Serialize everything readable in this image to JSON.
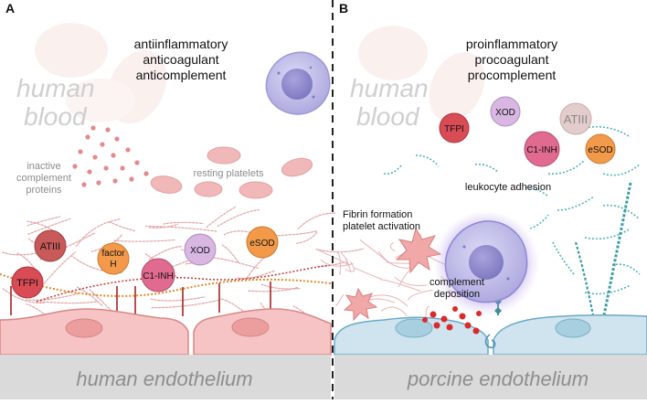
{
  "panels": {
    "a": {
      "letter": "A",
      "title_lines": [
        "antiinflammatory",
        "anticoagulant",
        "anticomplement"
      ],
      "blood_lines": [
        "human",
        "blood"
      ],
      "inactive_lines": [
        "inactive",
        "complement",
        "proteins"
      ],
      "resting_platelets": "resting platelets",
      "endothelium": "human endothelium",
      "molecules": {
        "tfpi": "TFPI",
        "atiii": "ATIII",
        "factor_h_lines": [
          "factor",
          "H"
        ],
        "c1inh": "C1-INH",
        "xod": "XOD",
        "esod": "eSOD"
      }
    },
    "b": {
      "letter": "B",
      "title_lines": [
        "proinflammatory",
        "procoagulant",
        "procomplement"
      ],
      "blood_lines": [
        "human",
        "blood"
      ],
      "leukocyte_adhesion": "leukocyte adhesion",
      "fibrin_lines": [
        "Fibrin formation",
        "platelet activation"
      ],
      "complement_lines": [
        "complement",
        "deposition"
      ],
      "endothelium": "porcine endothelium",
      "molecules": {
        "tfpi": "TFPI",
        "xod": "XOD",
        "atiii": "ATIII",
        "c1inh": "C1-INH",
        "esod": "eSOD"
      }
    }
  },
  "colors": {
    "human_cell": "#f6c4c4",
    "porcine_cell": "#cfe4ee",
    "floor": "#dadada",
    "glycocalyx_human": "#d88a8a",
    "glycocalyx_porcine": "#4fb3b8",
    "leukocyte": "#b9b7e6",
    "tfpi": "#d94b55",
    "atiii": "#c85a5a",
    "factor_h": "#f29a4a",
    "c1inh": "#e06a90",
    "xod": "#d8b7e2",
    "esod": "#f29a4a",
    "complement_red": "#d92b2b"
  },
  "icons": [
    "leukocyte-icon",
    "platelet-icon",
    "fibrin-strand-icon",
    "molecule-sphere-icon"
  ]
}
